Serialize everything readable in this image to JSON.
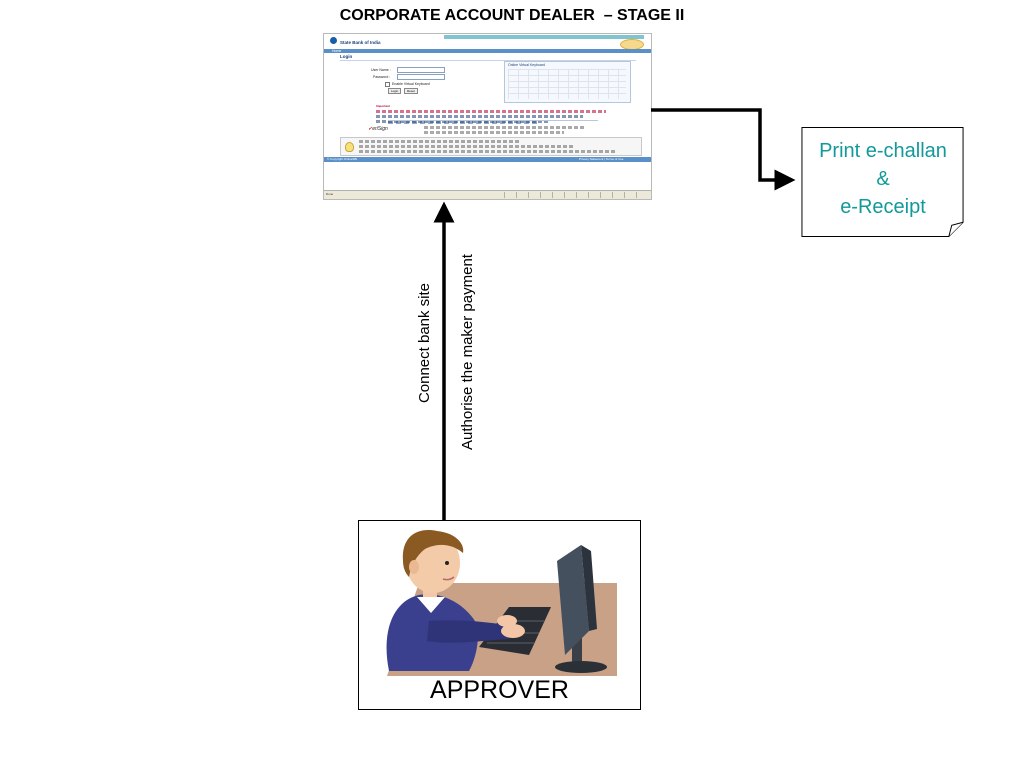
{
  "title": "CORPORATE ACCOUNT DEALER  – STAGE II",
  "bank_site": {
    "logo_name": "State Bank of India",
    "nav_home": "Home",
    "login_heading": "Login",
    "username_label": "User Name :",
    "password_label": "Password :",
    "virtual_keyboard_option": "Enable Virtual Keyboard",
    "login_button": "Login",
    "reset_button": "Reset",
    "virtual_keyboard_title": "Online Virtual Keyboard",
    "important_label": "Important",
    "footer_left": "© Copyright OnlineSBI",
    "footer_right": "Privacy Statement | Terms of Use",
    "status_left": "Done",
    "colors": {
      "nav": "#5a8fc8",
      "stripe": "#7fc4cf"
    }
  },
  "output_note": {
    "lines": [
      "Print e-challan",
      "&",
      "e-Receipt"
    ],
    "color": "#12999a"
  },
  "flow_labels": {
    "connect": "Connect bank site",
    "authorise": "Authorise the maker payment"
  },
  "approver": {
    "label": "APPROVER",
    "illustration": "person-at-computer-icon"
  }
}
